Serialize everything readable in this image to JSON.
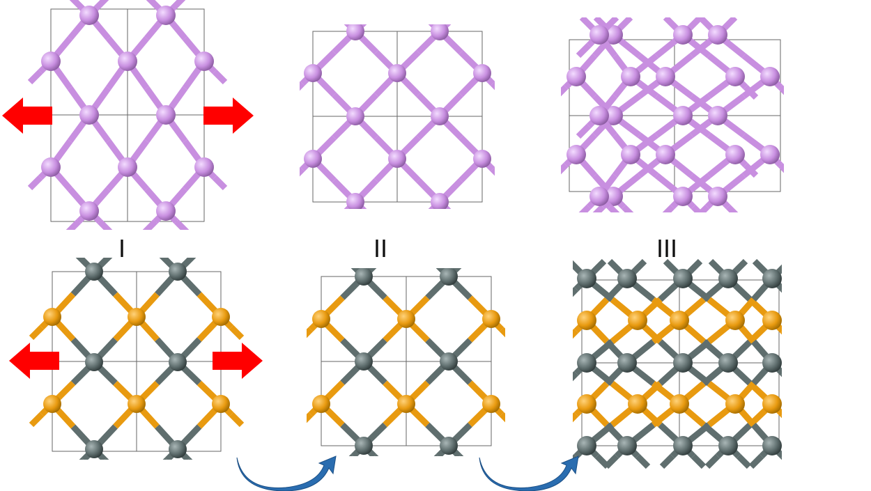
{
  "labels": {
    "phase1": "I",
    "phase2": "II",
    "phase3": "III"
  },
  "colors": {
    "pink_atom": "#c88fe0",
    "gray_atom": "#5f6e6e",
    "orange_atom": "#e89a10",
    "arrow_red": "#ff0000",
    "arrow_blue": "#2a6db0",
    "cell_line": "#666666"
  }
}
